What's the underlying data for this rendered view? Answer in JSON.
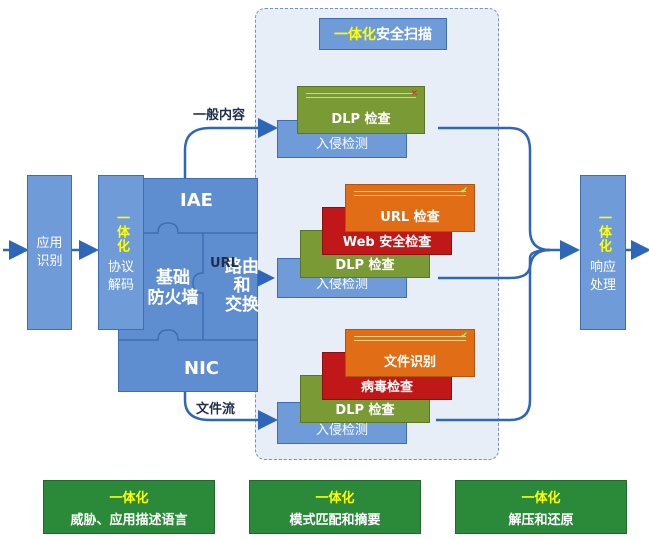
{
  "scan_title": {
    "prefix": "一体化",
    "suffix": "安全扫描"
  },
  "left": {
    "app_recognition": "应用\n识别",
    "protocol_prefix": "一体化",
    "protocol_label": "协议\n解码"
  },
  "engine": {
    "iae": "IAE",
    "basic_fw": "基础\n防火墙",
    "routing": "路由\n和\n交换",
    "nic": "NIC"
  },
  "flows": {
    "general": "一般内容",
    "url": "URL",
    "file": "文件流"
  },
  "stacks": {
    "top": {
      "dlp": "DLP 检查",
      "ips": "入侵检测"
    },
    "middle": {
      "url": "URL 检查",
      "web": "Web 安全检查",
      "dlp": "DLP 检查",
      "ips": "入侵检测"
    },
    "bottom": {
      "file": "文件识别",
      "virus": "病毒检查",
      "dlp": "DLP 检查",
      "ips": "入侵检测"
    }
  },
  "right": {
    "prefix": "一体化",
    "label": "响应\n处理"
  },
  "bottom_boxes": [
    {
      "prefix": "一体化",
      "label": "威胁、应用描述语言"
    },
    {
      "prefix": "一体化",
      "label": "模式匹配和摘要"
    },
    {
      "prefix": "一体化",
      "label": "解压和还原"
    }
  ],
  "colors": {
    "blue": "#6f9bd8",
    "green": "#2a8a3a",
    "olive": "#7a9a36",
    "orange": "#e16e16",
    "red": "#c01818",
    "arrow": "#2e66b8"
  }
}
